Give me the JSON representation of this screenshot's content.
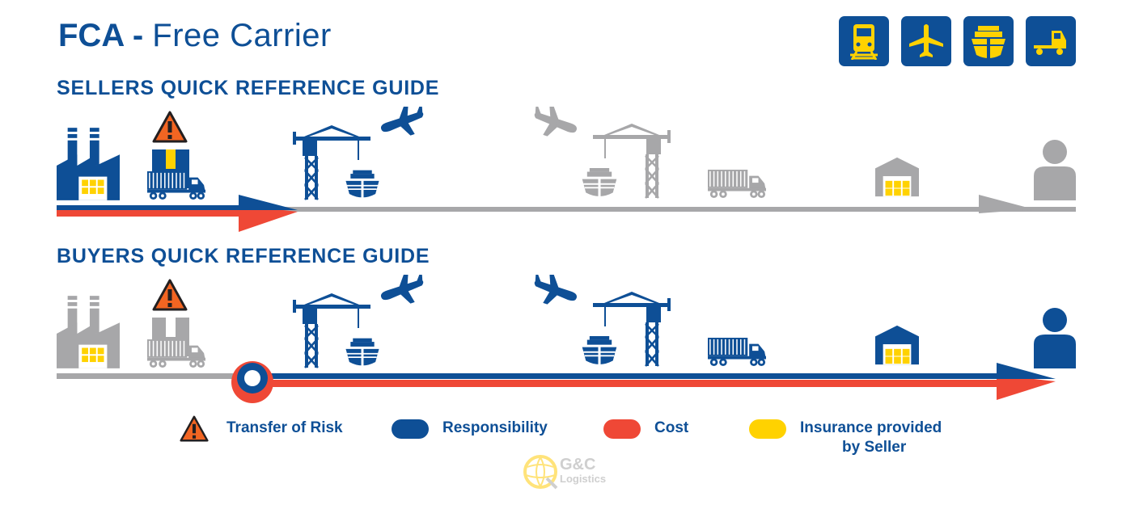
{
  "header": {
    "title_strong": "FCA -",
    "title_rest": "Free Carrier"
  },
  "sellers_guide": {
    "strong": "SELLERS",
    "rest": "QUICK REFERENCE GUIDE"
  },
  "buyers_guide": {
    "strong": "BUYERS",
    "rest": "QUICK REFERENCE GUIDE"
  },
  "modes": [
    "train-icon",
    "airplane-icon",
    "ship-icon",
    "truck-icon"
  ],
  "legend": {
    "risk_label": "Transfer of Risk",
    "responsibility_label": "Responsibility",
    "cost_label": "Cost",
    "insurance_label_line1": "Insurance provided",
    "insurance_label_line2": "by Seller"
  },
  "logo": {
    "name": "G&C",
    "sub": "Logistics"
  },
  "colors": {
    "blue": "#0e4f96",
    "red": "#ef4836",
    "gray": "#a7a7a9",
    "yellow": "#ffd200",
    "risk_orange": "#f26522"
  }
}
